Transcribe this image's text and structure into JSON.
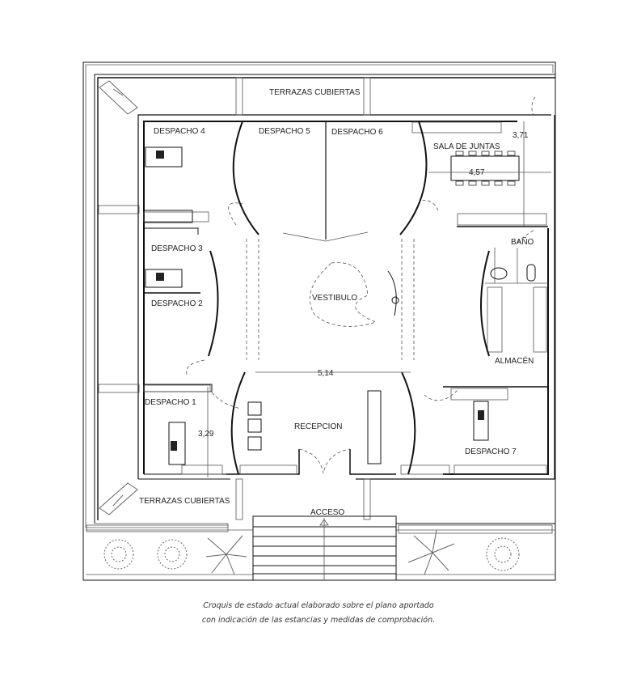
{
  "plan": {
    "rooms": {
      "terraza_top": "TERRAZAS CUBIERTAS",
      "terraza_bottom": "TERRAZAS CUBIERTAS",
      "despacho1": "DESPACHO 1",
      "despacho2": "DESPACHO 2",
      "despacho3": "DESPACHO 3",
      "despacho4": "DESPACHO 4",
      "despacho5": "DESPACHO 5",
      "despacho6": "DESPACHO 6",
      "despacho7": "DESPACHO 7",
      "sala_juntas": "SALA DE JUNTAS",
      "bano": "BAÑO",
      "almacen": "ALMACÉN",
      "vestibulo": "VESTIBULO",
      "recepcion": "RECEPCION",
      "acceso": "ACCESO"
    },
    "dimensions": {
      "d371": "3,71",
      "d457": "4,57",
      "d514": "5,14",
      "d329": "3,29"
    }
  },
  "caption": {
    "line1": "Croquis de estado actual elaborado sobre el plano aportado",
    "line2": "con indicación de las estancias y medidas de comprobación."
  }
}
